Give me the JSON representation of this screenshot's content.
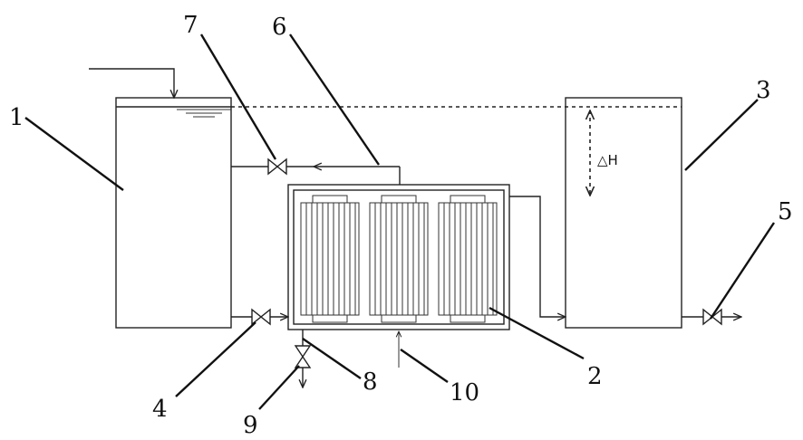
{
  "callouts": {
    "c1": "1",
    "c2": "2",
    "c3": "3",
    "c4": "4",
    "c5": "5",
    "c6": "6",
    "c7": "7",
    "c8": "8",
    "c9": "9",
    "c10": "10"
  },
  "delta_h_label": "△H"
}
